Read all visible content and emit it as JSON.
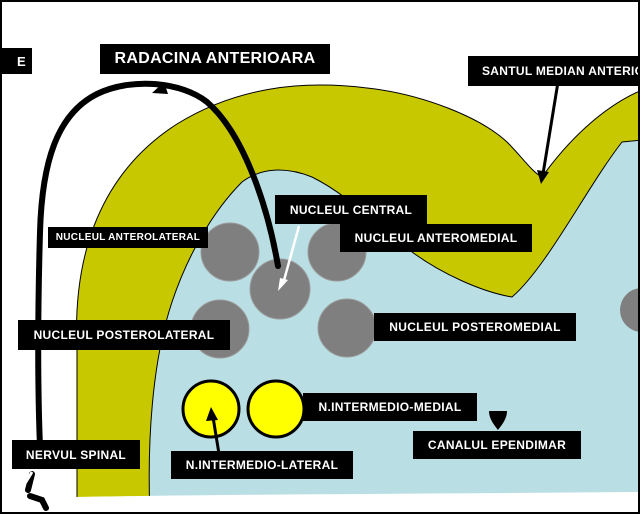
{
  "colors": {
    "white_matter": "#c8c800",
    "gray_matter": "#b9dfe4",
    "nucleus_gray": "#7f7f7f",
    "nucleus_yellow": "#ffff00",
    "label_bg": "#000000",
    "label_text": "#ffffff"
  },
  "labels": {
    "radacina_anterioara": "RADACINA ANTERIOARA",
    "santul_median": "SANTUL MEDIAN ANTERIOR",
    "nucleul_anterolateral": "NUCLEUL ANTEROLATERAL",
    "nucleul_central": "NUCLEUL CENTRAL",
    "nucleul_anteromedial": "NUCLEUL ANTEROMEDIAL",
    "nucleul_posterolateral": "NUCLEUL POSTEROLATERAL",
    "nucleul_posteromedial": "NUCLEUL POSTEROMEDIAL",
    "n_intermedio_medial": "N.INTERMEDIO-MEDIAL",
    "canalul_ependimar": "CANALUL EPENDIMAR",
    "nervul_spinal": "NERVUL SPINAL",
    "n_intermedio_lateral": "N.INTERMEDIO-LATERAL",
    "partial_left": "E"
  }
}
